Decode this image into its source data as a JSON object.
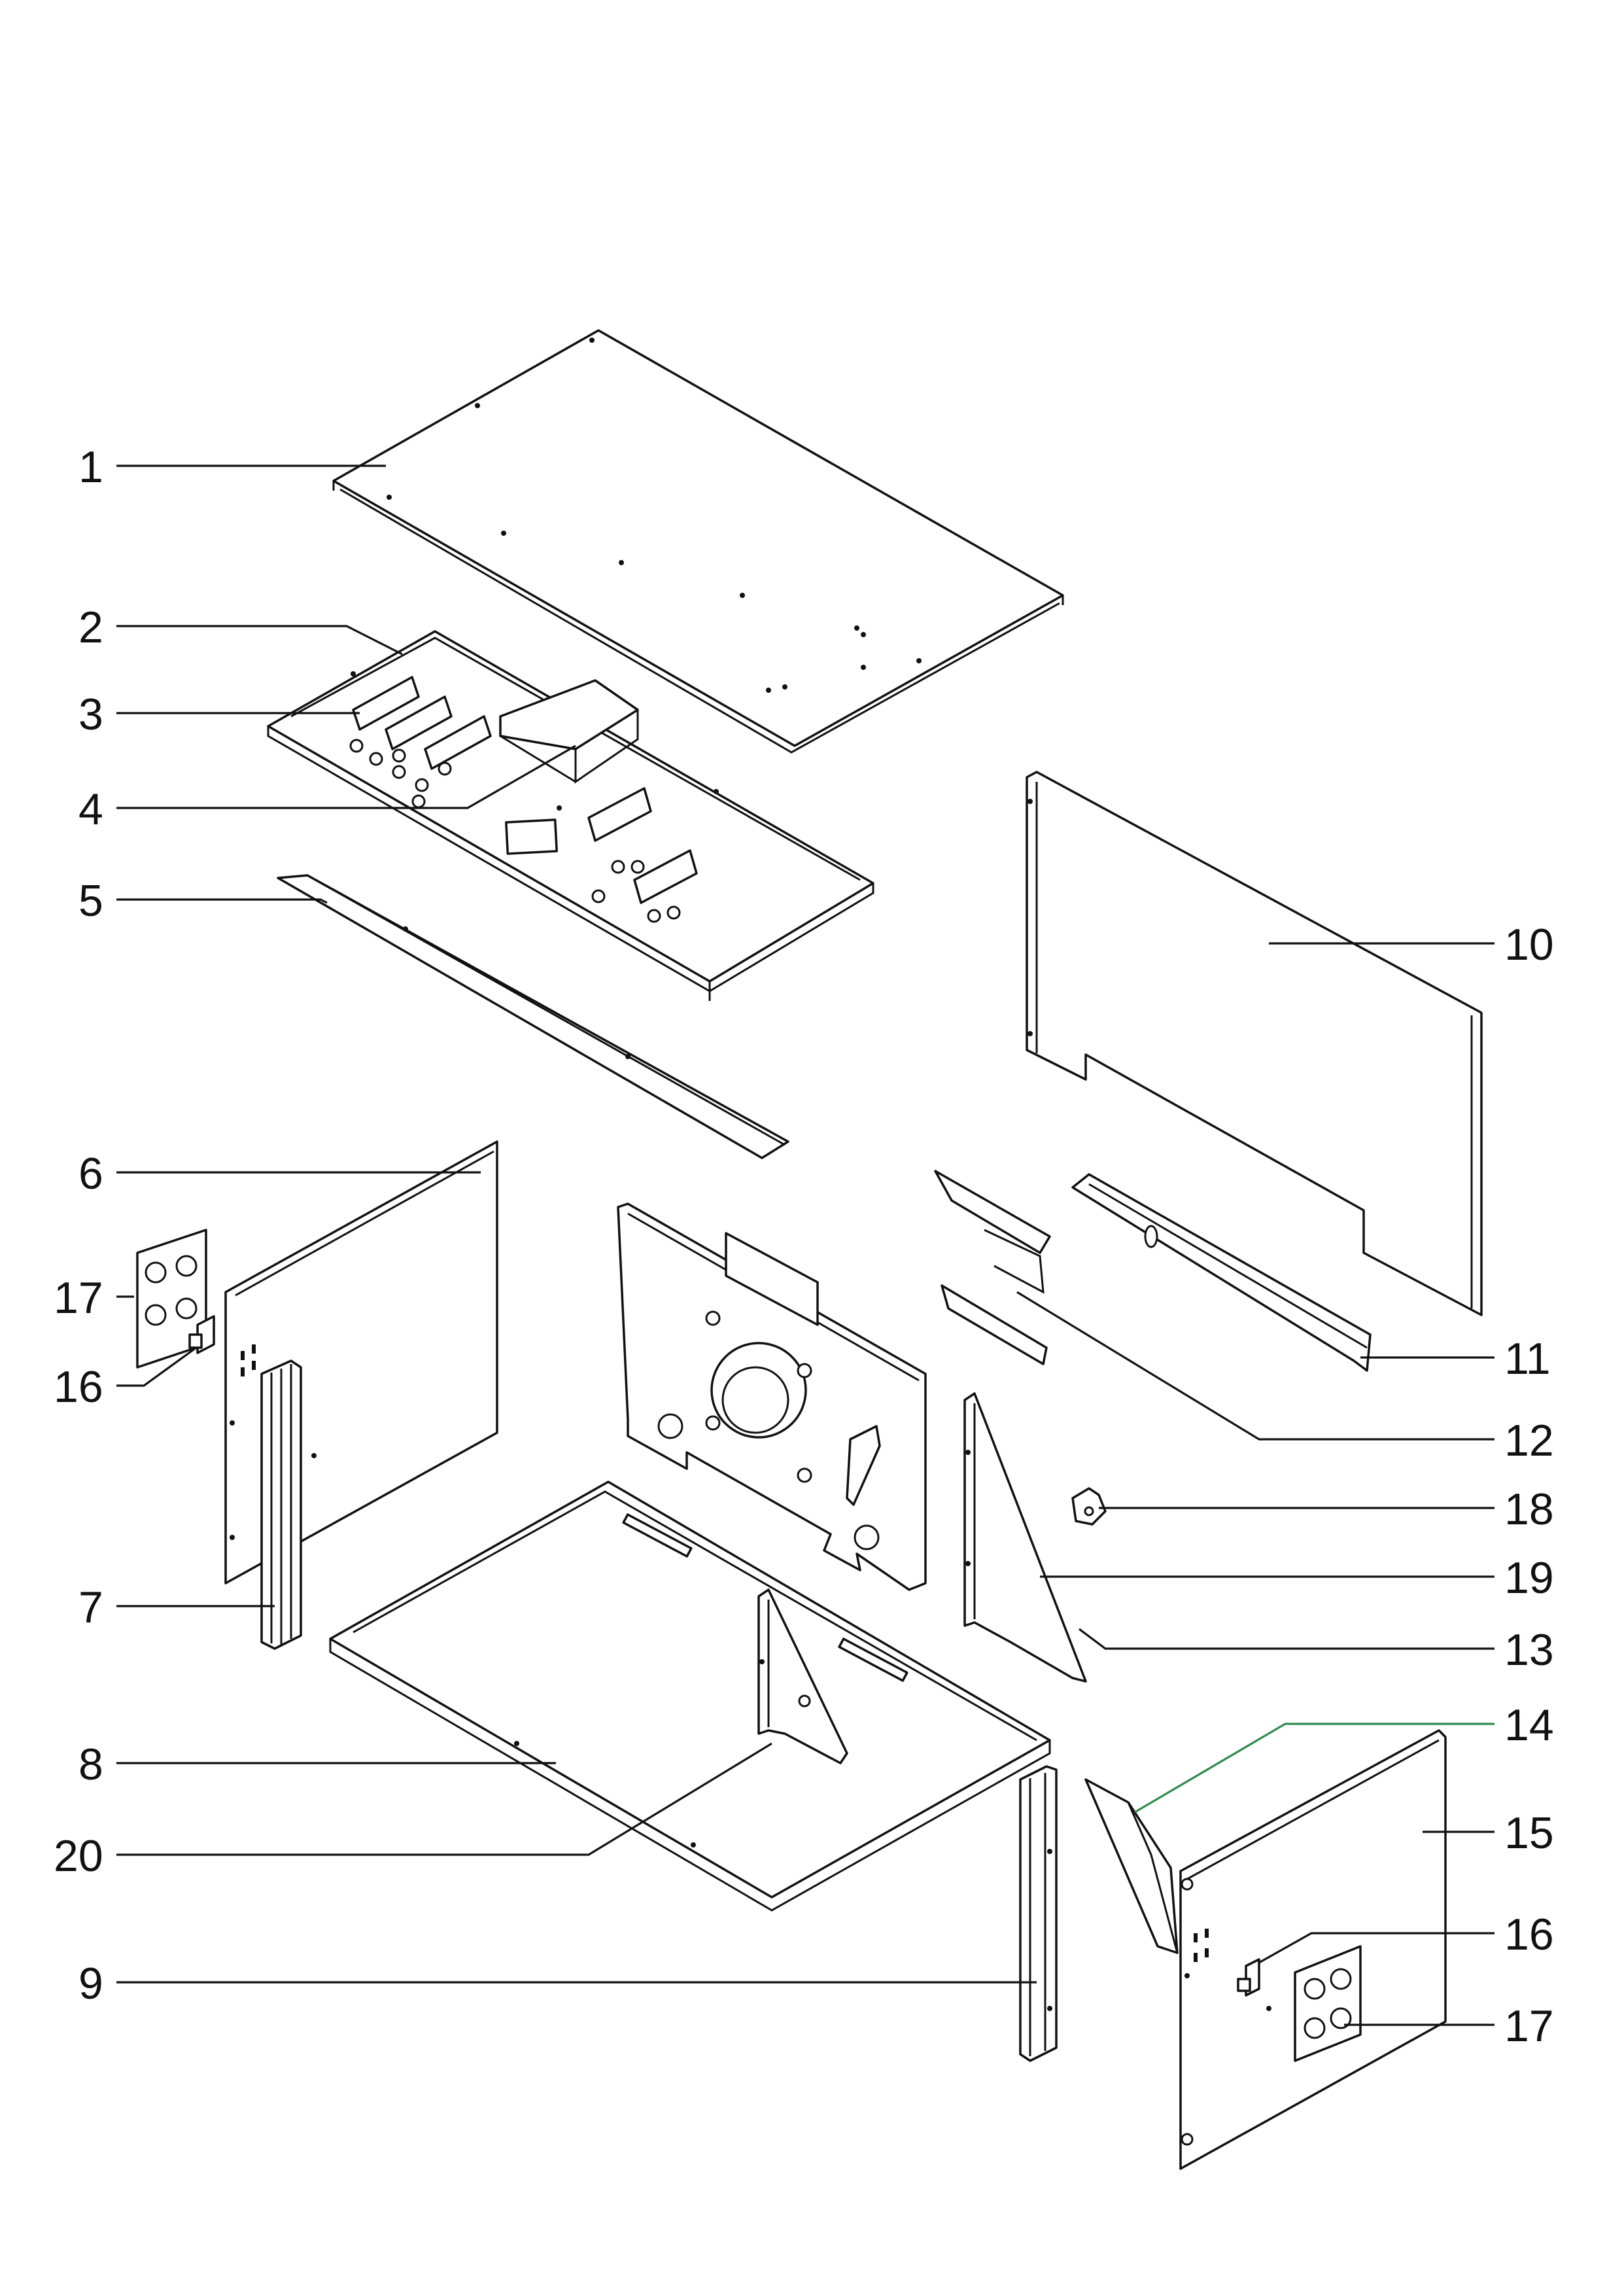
{
  "callouts": [
    {
      "id": "c1",
      "label": "1"
    },
    {
      "id": "c2",
      "label": "2"
    },
    {
      "id": "c3",
      "label": "3"
    },
    {
      "id": "c4",
      "label": "4"
    },
    {
      "id": "c5",
      "label": "5"
    },
    {
      "id": "c6",
      "label": "6"
    },
    {
      "id": "c17a",
      "label": "17"
    },
    {
      "id": "c16a",
      "label": "16"
    },
    {
      "id": "c7",
      "label": "7"
    },
    {
      "id": "c8",
      "label": "8"
    },
    {
      "id": "c20",
      "label": "20"
    },
    {
      "id": "c9",
      "label": "9"
    },
    {
      "id": "c10",
      "label": "10"
    },
    {
      "id": "c11",
      "label": "11"
    },
    {
      "id": "c12",
      "label": "12"
    },
    {
      "id": "c18",
      "label": "18"
    },
    {
      "id": "c19",
      "label": "19"
    },
    {
      "id": "c13",
      "label": "13"
    },
    {
      "id": "c14",
      "label": "14"
    },
    {
      "id": "c15",
      "label": "15"
    },
    {
      "id": "c16b",
      "label": "16"
    },
    {
      "id": "c17b",
      "label": "17"
    }
  ],
  "colors": {
    "line": "#111111",
    "highlight_leader": "#2f8a4f",
    "background": "#ffffff"
  }
}
